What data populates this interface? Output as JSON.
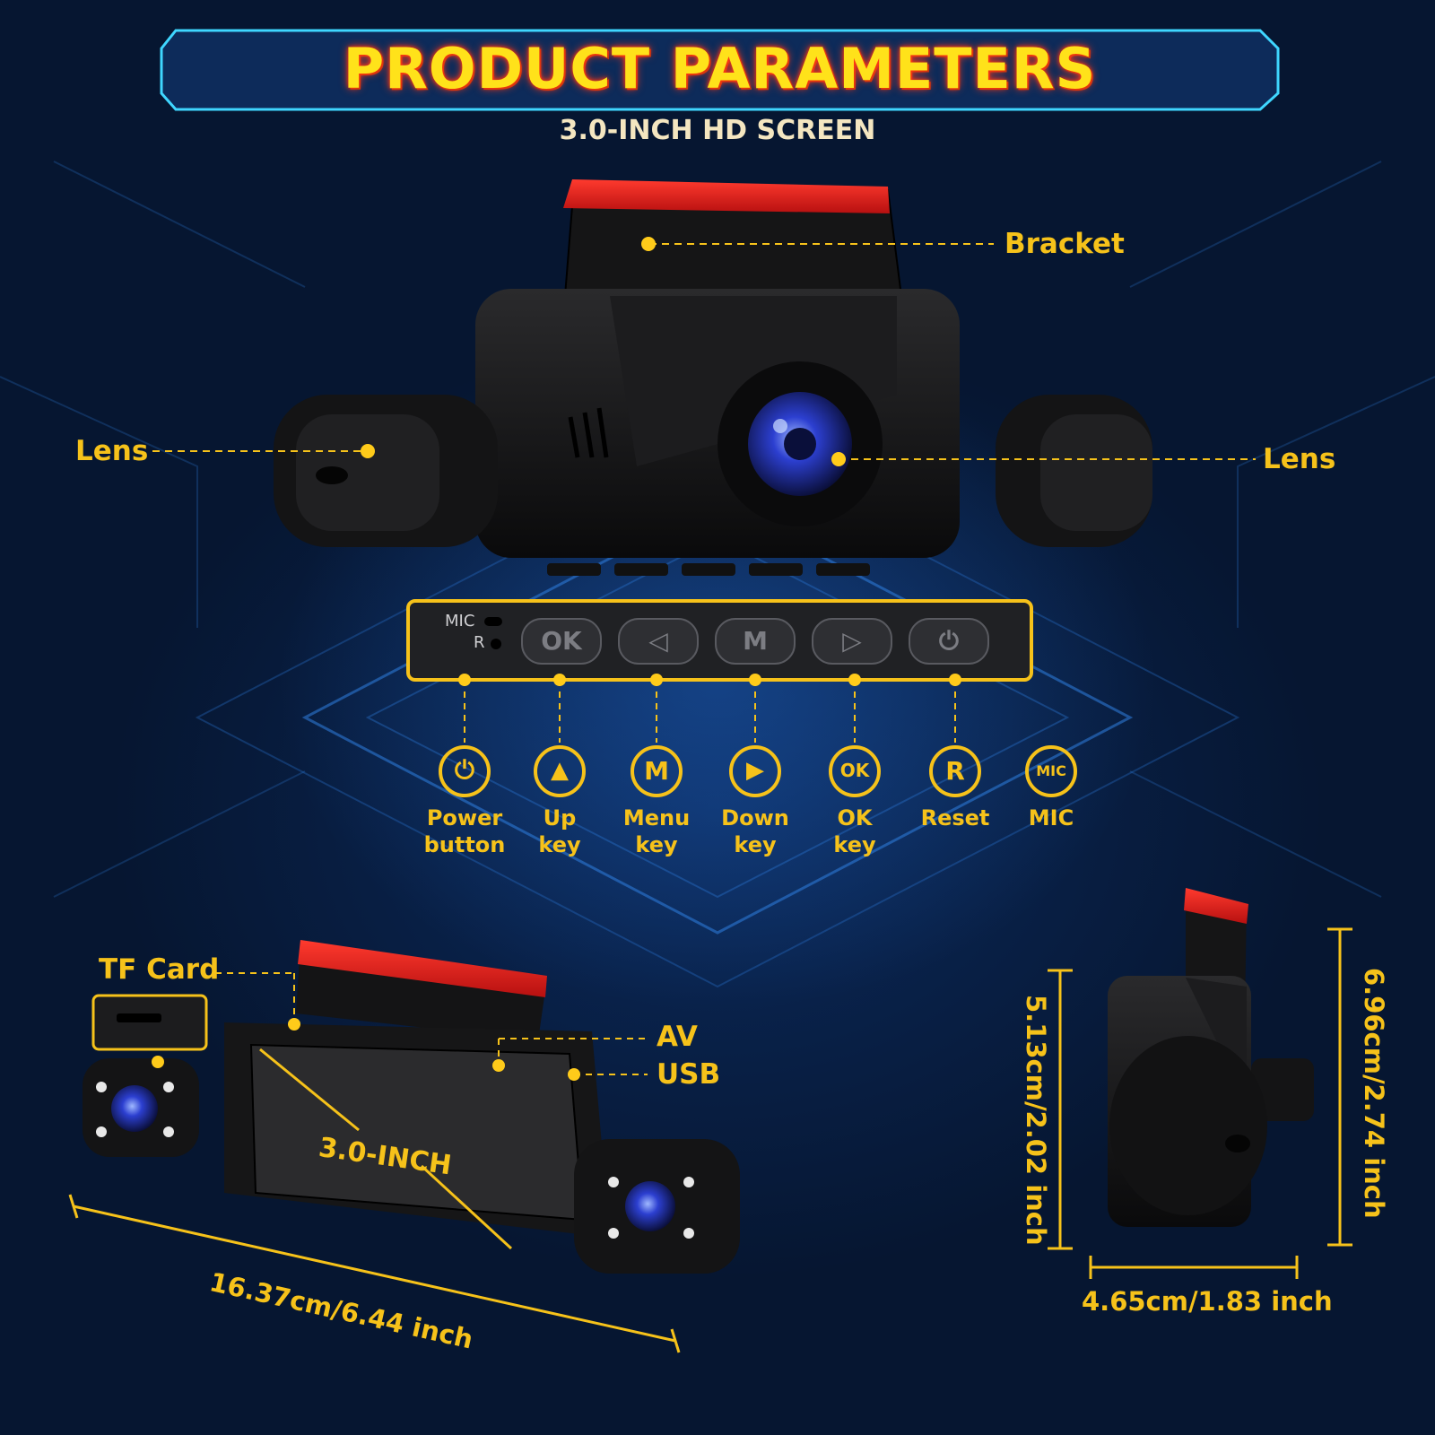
{
  "header": {
    "title": "PRODUCT PARAMETERS",
    "subtitle": "3.0-INCH HD SCREEN"
  },
  "callouts": {
    "bracket": "Bracket",
    "lens_left": "Lens",
    "lens_right": "Lens",
    "tf_card": "TF Card",
    "av": "AV",
    "usb": "USB"
  },
  "panel": {
    "mic_label": "MIC",
    "reset_label": "R",
    "buttons": [
      "OK",
      "◁",
      "M",
      "▷",
      "⏻"
    ]
  },
  "keys": [
    {
      "icon": "power-icon",
      "glyph": "⏻",
      "line1": "Power",
      "line2": "button"
    },
    {
      "icon": "up-triangle-icon",
      "glyph": "▲",
      "line1": "Up",
      "line2": "key"
    },
    {
      "icon": "menu-m-icon",
      "glyph": "M",
      "line1": "Menu",
      "line2": "key"
    },
    {
      "icon": "play-icon",
      "glyph": "▶",
      "line1": "Down",
      "line2": "key"
    },
    {
      "icon": "ok-icon",
      "glyph": "OK",
      "line1": "OK",
      "line2": "key"
    },
    {
      "icon": "reset-r-icon",
      "glyph": "R",
      "line1": "Reset",
      "line2": ""
    },
    {
      "icon": "mic-icon",
      "glyph": "MIC",
      "line1": "MIC",
      "line2": ""
    }
  ],
  "screen_label": "3.0-INCH",
  "dimensions": {
    "length": "16.37cm/6.44 inch",
    "height_body": "5.13cm/2.02 inch",
    "height_total": "6.96cm/2.74 inch",
    "depth": "4.65cm/1.83 inch"
  },
  "colors": {
    "accent": "#f6c21a",
    "background": "#061631",
    "circuit": "#2f7fe0",
    "adhesive": "#d81d1d"
  }
}
